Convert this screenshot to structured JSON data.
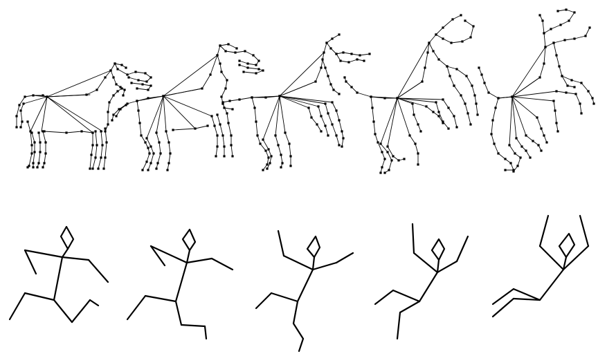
{
  "figure": {
    "rows": [
      {
        "kind": "point-skeleton-meshes",
        "subject": "quadruped-to-rearing",
        "frames": [
          {
            "pose": "standing"
          },
          {
            "pose": "lifting-forelegs"
          },
          {
            "pose": "half-rearing"
          },
          {
            "pose": "rearing"
          },
          {
            "pose": "fully-rearing"
          }
        ]
      },
      {
        "kind": "stick-figures",
        "subject": "human-skeleton",
        "frames": [
          {
            "pose": "running"
          },
          {
            "pose": "striding"
          },
          {
            "pose": "arm-raised"
          },
          {
            "pose": "arms-up"
          },
          {
            "pose": "arms-overhead-kneeling"
          }
        ]
      }
    ],
    "colors": {
      "ink": "#000000",
      "background": "#ffffff"
    }
  }
}
